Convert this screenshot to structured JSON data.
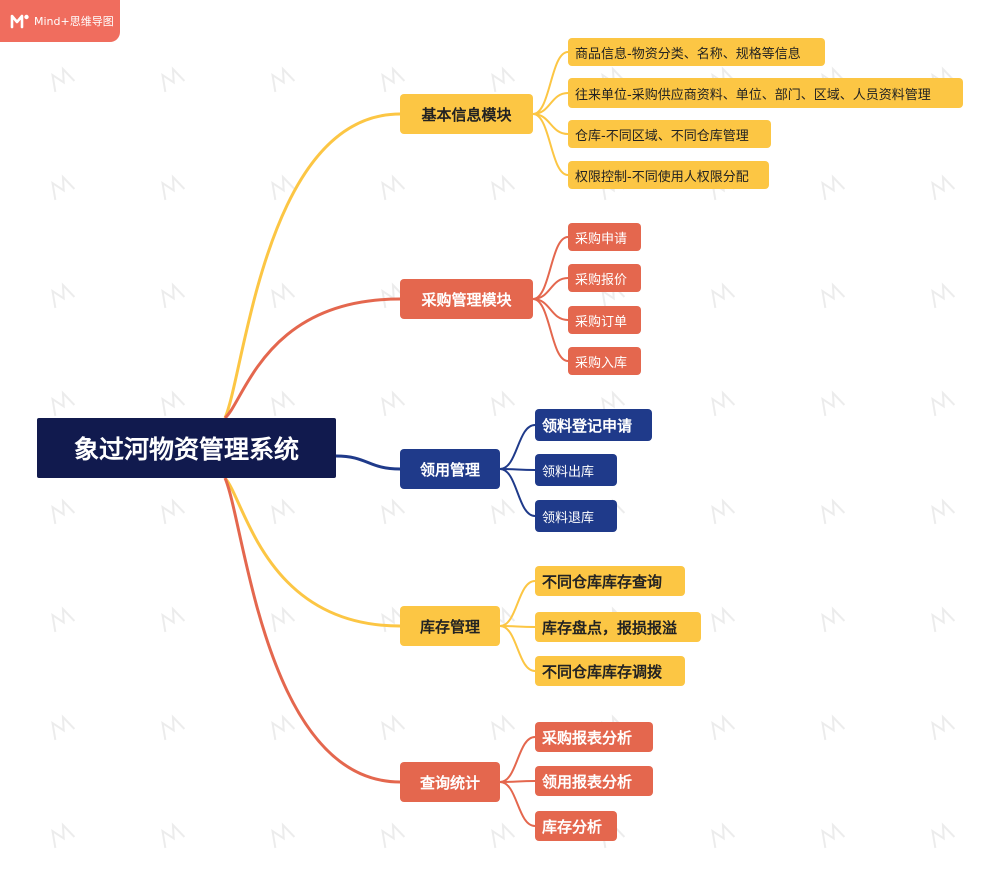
{
  "app": {
    "logo_text": "Mind+思维导图",
    "logo_icon": "mind-plus-logo-icon",
    "brand_color": "#f06d5e"
  },
  "colors": {
    "yellow": "#fcc644",
    "red": "#e4674e",
    "navy": "#1f3a8a",
    "root": "#111a4e"
  },
  "mindmap": {
    "root": "象过河物资管理系统",
    "branches": [
      {
        "label": "基本信息模块",
        "color": "yellow",
        "children": [
          "商品信息-物资分类、名称、规格等信息",
          "往来单位-采购供应商资料、单位、部门、区域、人员资料管理",
          "仓库-不同区域、不同仓库管理",
          "权限控制-不同使用人权限分配"
        ]
      },
      {
        "label": "采购管理模块",
        "color": "red",
        "children": [
          "采购申请",
          "采购报价",
          "采购订单",
          "采购入库"
        ]
      },
      {
        "label": "领用管理",
        "color": "navy",
        "children": [
          "领料登记申请",
          "领料出库",
          "领料退库"
        ]
      },
      {
        "label": "库存管理",
        "color": "yellow",
        "children": [
          "不同仓库库存查询",
          "库存盘点，报损报溢",
          "不同仓库库存调拨"
        ]
      },
      {
        "label": "查询统计",
        "color": "red",
        "children": [
          "采购报表分析",
          "领用报表分析",
          "库存分析"
        ]
      }
    ]
  }
}
